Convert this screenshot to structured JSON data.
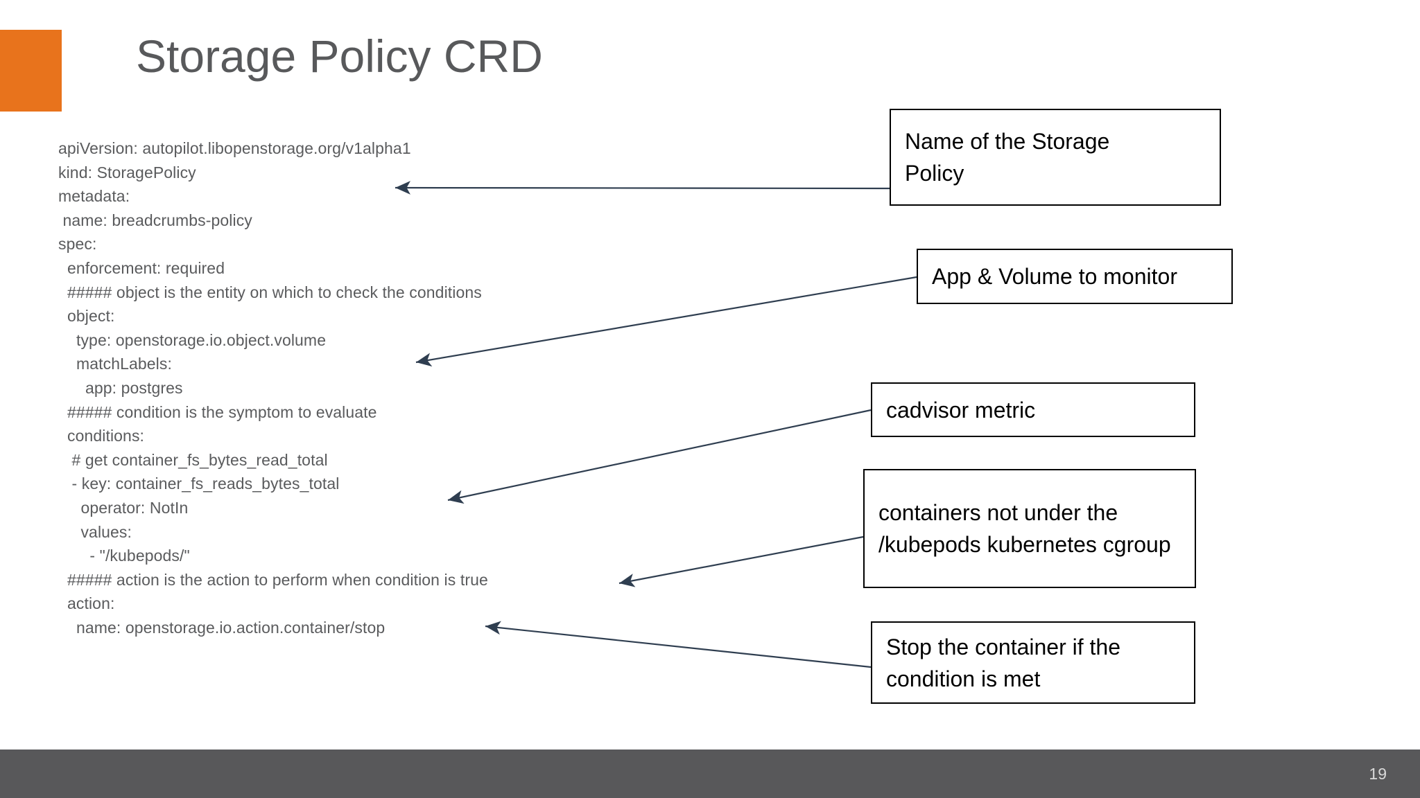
{
  "slide": {
    "title": "Storage Policy CRD",
    "page_number": "19",
    "accent_color": "#E8731C",
    "title_color": "#58595B",
    "footer_color": "#58585A",
    "arrow_color": "#2F3E50",
    "code_color": "#5A5B5D"
  },
  "yaml": {
    "lines": [
      "apiVersion: autopilot.libopenstorage.org/v1alpha1",
      "kind: StoragePolicy",
      "metadata:",
      " name: breadcrumbs-policy",
      "spec:",
      "  enforcement: required",
      "  ##### object is the entity on which to check the conditions",
      "  object:",
      "    type: openstorage.io.object.volume",
      "    matchLabels:",
      "      app: postgres",
      "  ##### condition is the symptom to evaluate",
      "  conditions:",
      "   # get container_fs_bytes_read_total",
      "   - key: container_fs_reads_bytes_total",
      "     operator: NotIn",
      "     values:",
      "       - \"/kubepods/\"",
      "  ##### action is the action to perform when condition is true",
      "  action:",
      "    name: openstorage.io.action.container/stop"
    ]
  },
  "callouts": [
    {
      "id": "callout-1",
      "text": "Name of the Storage\nPolicy"
    },
    {
      "id": "callout-2",
      "text": "App & Volume to monitor"
    },
    {
      "id": "callout-3",
      "text": "cadvisor metric"
    },
    {
      "id": "callout-4",
      "text": "containers not under the\n/kubepods kubernetes cgroup"
    },
    {
      "id": "callout-5",
      "text": "Stop the container if the\ncondition is met"
    }
  ]
}
